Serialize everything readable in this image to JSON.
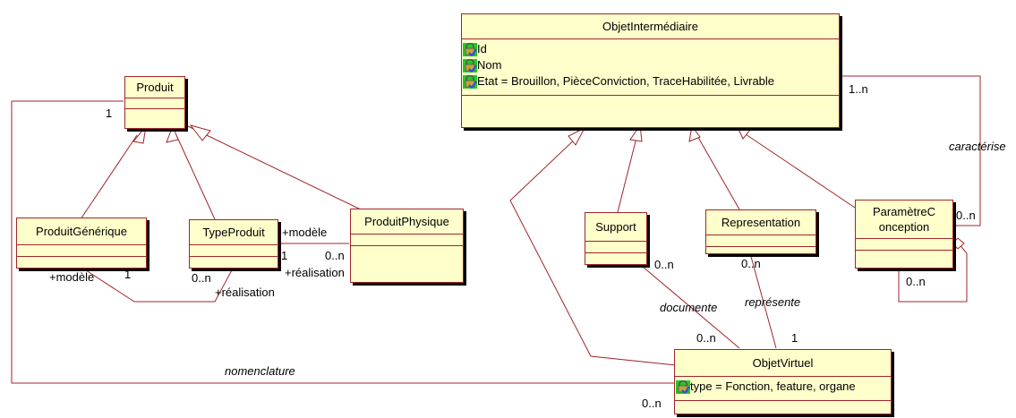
{
  "classes": {
    "produit": {
      "name": "Produit"
    },
    "objet_intermediaire": {
      "name": "ObjetIntermédiaire",
      "attributes": [
        {
          "text": "Id",
          "icon": "attribute-lock-icon"
        },
        {
          "text": "Nom",
          "icon": "attribute-lock-icon"
        },
        {
          "text": "Etat = Brouillon, PièceConviction, TraceHabilitée, Livrable",
          "icon": "attribute-lock-icon"
        }
      ]
    },
    "produit_generique": {
      "name": "ProduitGénérique"
    },
    "type_produit": {
      "name": "TypeProduit"
    },
    "produit_physique": {
      "name": "ProduitPhysique"
    },
    "support": {
      "name": "Support"
    },
    "representation": {
      "name": "Representation"
    },
    "parametre_conception": {
      "name_line1": "ParamètreC",
      "name_line2": "onception"
    },
    "objet_virtuel": {
      "name": "ObjetVirtuel",
      "attributes": [
        {
          "text": "type = Fonction, feature, organe",
          "icon": "attribute-lock-icon"
        }
      ]
    }
  },
  "labels": {
    "produit_mult": "1",
    "objint_mult": "1..n",
    "caracterise": "caractérise",
    "param_mult_right": "0..n",
    "param_mult_self": "0..n",
    "pg_role": "+modèle",
    "pg_mult": "1",
    "tp_role_modele": "+modèle",
    "tp_mult_1": "1",
    "tp_role_realisation_right": "+réalisation",
    "pp_mult": "0..n",
    "tp_mult_0n": "0..n",
    "tp_role_realisation_bottom": "+réalisation",
    "support_mult": "0..n",
    "repr_mult": "0..n",
    "documente": "documente",
    "represente": "représente",
    "ov_mult_documente": "0..n",
    "ov_mult_represente": "1",
    "nomenclature": "nomenclature",
    "ov_mult_nomenclature": "0..n"
  },
  "colors": {
    "class_fill": "#ffffcc",
    "class_border": "#a0262a",
    "line": "#a0262a",
    "icon_green": "#22cc22",
    "icon_blue": "#2255dd"
  }
}
